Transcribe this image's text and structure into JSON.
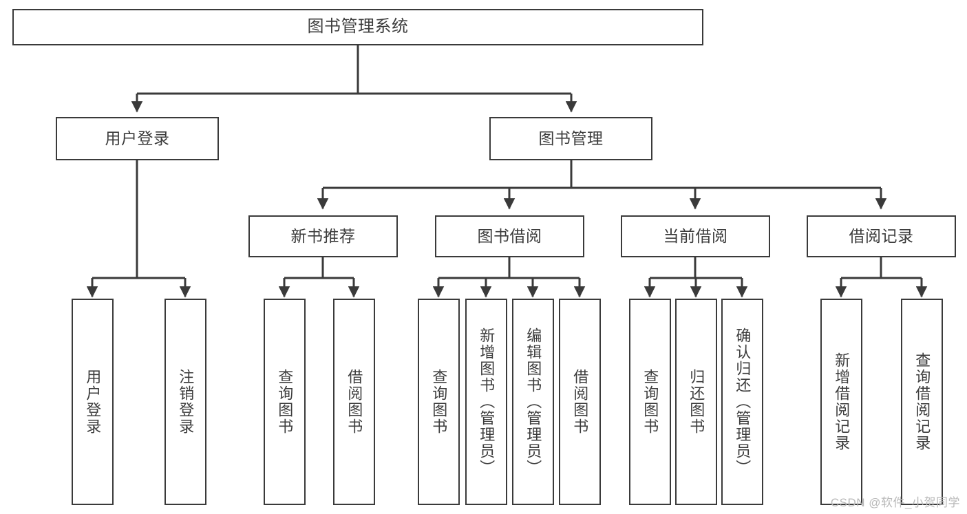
{
  "diagram": {
    "title": "图书管理系统",
    "type": "tree-hierarchy-chart",
    "stroke_color": "#3a3a3a",
    "text_color": "#3c3c3c",
    "background_color": "#ffffff",
    "watermark": "CSDN @软件_小贺同学",
    "levels": {
      "root_label": "图书管理系统",
      "level2": [
        "用户登录",
        "图书管理"
      ],
      "level3": [
        "新书推荐",
        "图书借阅",
        "当前借阅",
        "借阅记录"
      ]
    },
    "nodes": {
      "root": {
        "label": "图书管理系统"
      },
      "user_login": {
        "label": "用户登录"
      },
      "book_manage": {
        "label": "图书管理"
      },
      "new_book_rec": {
        "label": "新书推荐"
      },
      "book_borrow": {
        "label": "图书借阅"
      },
      "current_borrow": {
        "label": "当前借阅"
      },
      "borrow_record": {
        "label": "借阅记录"
      },
      "leaf_user_login": {
        "label": "用户登录"
      },
      "leaf_user_logout": {
        "label": "注销登录"
      },
      "leaf_query_book_1": {
        "label": "查询图书"
      },
      "leaf_borrow_book_1": {
        "label": "借阅图书"
      },
      "leaf_query_book_2": {
        "label": "查询图书"
      },
      "leaf_add_book": {
        "label": "新增图书（管理员）"
      },
      "leaf_edit_book": {
        "label": "编辑图书（管理员）"
      },
      "leaf_borrow_book_2": {
        "label": "借阅图书"
      },
      "leaf_query_book_3": {
        "label": "查询图书"
      },
      "leaf_return_book": {
        "label": "归还图书"
      },
      "leaf_confirm_return": {
        "label": "确认归还（管理员）"
      },
      "leaf_add_record": {
        "label": "新增借阅记录"
      },
      "leaf_query_record": {
        "label": "查询借阅记录"
      }
    }
  }
}
